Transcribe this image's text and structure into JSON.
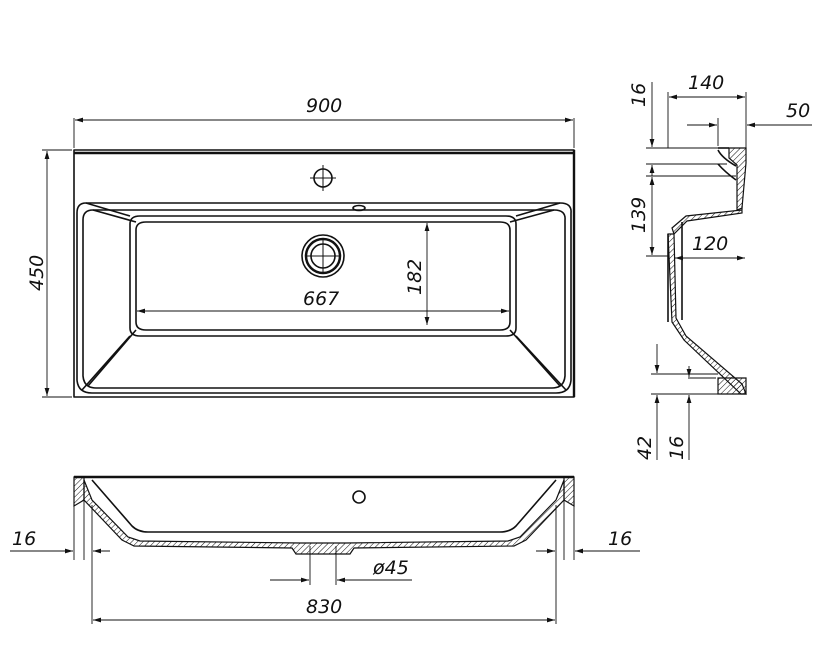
{
  "dimensions": {
    "overall_width": "900",
    "overall_depth": "450",
    "bowl_width": "667",
    "bowl_depth": "182",
    "side_depth": "140",
    "rim_offset": "50",
    "rim_height": "16",
    "front_height": "139",
    "bowl_height": "120",
    "drain_height": "42",
    "drain_wall": "16",
    "left_wall": "16",
    "right_wall": "16",
    "drain_diameter": "ø45",
    "base_width": "830"
  }
}
